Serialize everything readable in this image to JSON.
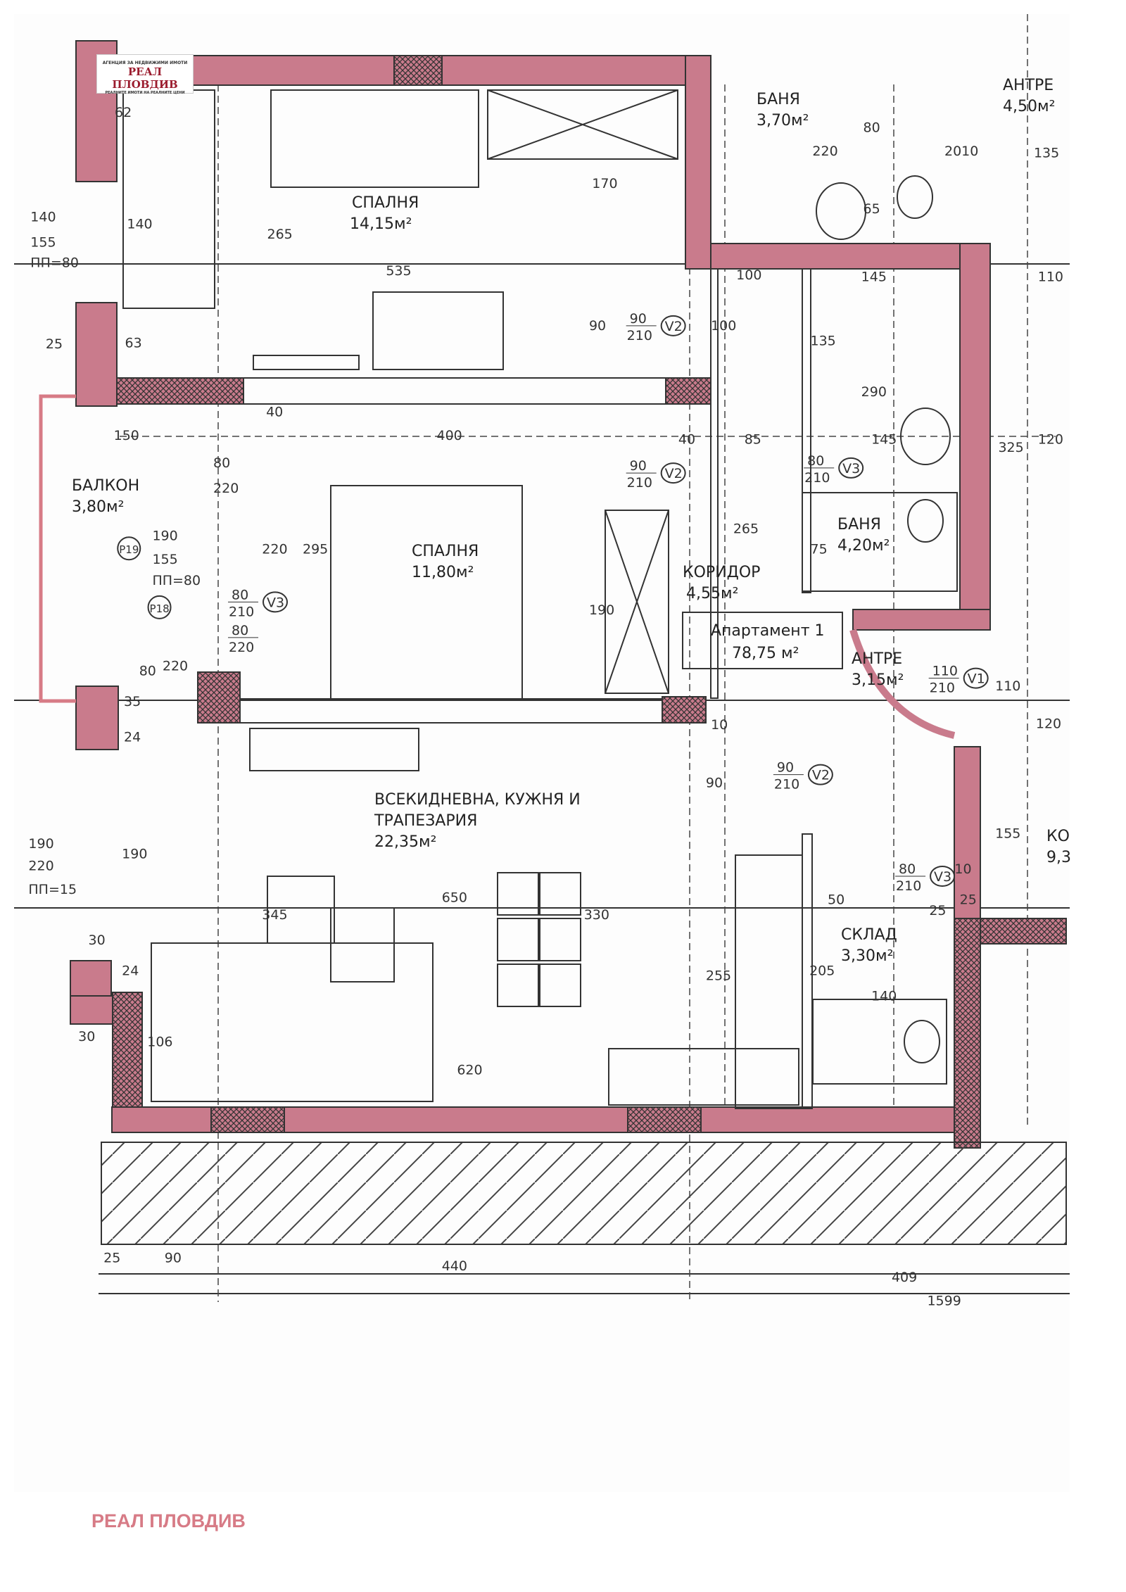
{
  "logo": {
    "tagline_top": "АГЕНЦИЯ ЗА НЕДВИЖИМИ ИМОТИ",
    "brand": "РЕАЛ ПЛОВДИВ",
    "tagline_bottom": "РЕАЛНИТЕ ИМОТИ НА РЕАЛНИТЕ ЦЕНИ"
  },
  "watermark": "РЕАЛ ПЛОВДИВ",
  "colors": {
    "wall": "#c97b8c",
    "watermark": "#d77b86",
    "brand": "#9b1c2e"
  },
  "apartment": {
    "name": "Апартамент 1",
    "area": "78,75 м²"
  },
  "rooms": [
    {
      "name": "СПАЛНЯ",
      "area": "14,15м²"
    },
    {
      "name": "БАНЯ",
      "area": "3,70м²"
    },
    {
      "name": "АНТРЕ",
      "area": "4,50м²"
    },
    {
      "name": "БАЛКОН",
      "area": "3,80м²"
    },
    {
      "name": "СПАЛНЯ",
      "area": "11,80м²"
    },
    {
      "name": "КОРИДОР",
      "area": "4,55м²"
    },
    {
      "name": "БАНЯ",
      "area": "4,20м²"
    },
    {
      "name": "АНТРЕ",
      "area": "3,15м²"
    },
    {
      "name": "ВСЕКИДНЕВНА, КУЖНЯ И",
      "name2": "ТРАПЕЗАРИЯ",
      "area": "22,35м²"
    },
    {
      "name": "СКЛАД",
      "area": "3,30м²"
    },
    {
      "name": "КО",
      "area": "9,3"
    }
  ],
  "dims": [
    "140",
    "155",
    "ПП=80",
    "25",
    "150",
    "80",
    "220",
    "190",
    "155",
    "ПП=80",
    "220",
    "80",
    "35",
    "24",
    "190",
    "220",
    "ПП=15",
    "30",
    "24",
    "30",
    "190",
    "106",
    "620",
    "650",
    "345",
    "330",
    "255",
    "205",
    "140",
    "50",
    "265",
    "535",
    "170",
    "400",
    "295",
    "220",
    "190",
    "265",
    "85",
    "40",
    "145",
    "120",
    "325",
    "290",
    "135",
    "145",
    "100",
    "110",
    "220",
    "80",
    "65",
    "2010",
    "135",
    "90",
    "100",
    "155",
    "120",
    "110",
    "90",
    "75",
    "40",
    "63",
    "62",
    "140",
    "25",
    "90",
    "440",
    "409",
    "1599",
    "10",
    "25",
    "25",
    "10"
  ],
  "doors": [
    {
      "size": "90",
      "h": "210",
      "tag": "V2"
    },
    {
      "size": "90",
      "h": "210",
      "tag": "V2"
    },
    {
      "size": "80",
      "h": "210",
      "tag": "V3"
    },
    {
      "size": "80",
      "h": "210",
      "tag": "V3"
    },
    {
      "size": "110",
      "h": "210",
      "tag": "V1"
    },
    {
      "size": "90",
      "h": "210",
      "tag": "V2"
    },
    {
      "size": "80",
      "h": "210",
      "tag": "V3"
    },
    {
      "size": "80",
      "h": "220",
      "tag": ""
    }
  ],
  "markers": [
    "P19",
    "P18"
  ]
}
